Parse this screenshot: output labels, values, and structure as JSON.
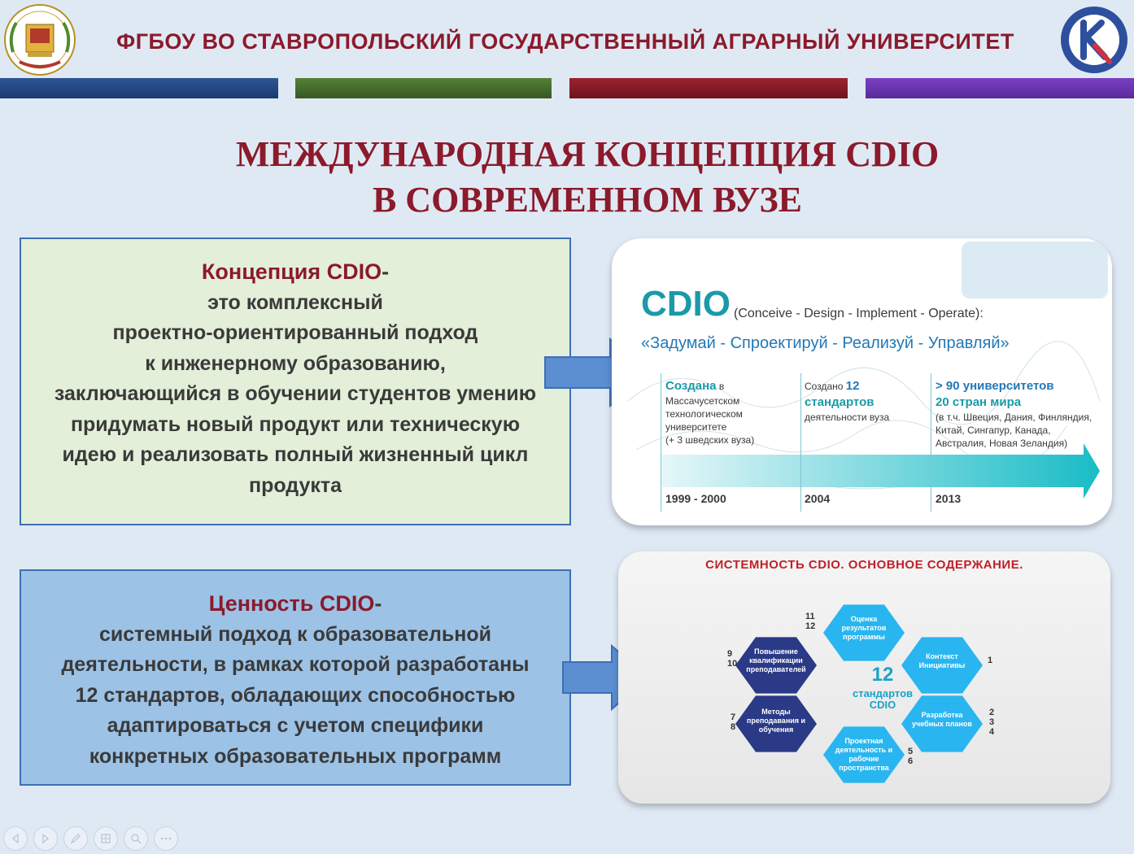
{
  "header": {
    "title": "ФГБОУ ВО СТАВРОПОЛЬСКИЙ ГОСУДАРСТВЕННЫЙ АГРАРНЫЙ УНИВЕРСИТЕТ",
    "stripe_colors": [
      "#2f5597",
      "#548235",
      "#9b2230",
      "#7b3fc6"
    ]
  },
  "slide": {
    "title_line1": "МЕЖДУНАРОДНАЯ КОНЦЕПЦИЯ CDIO",
    "title_line2": "В СОВРЕМЕННОМ ВУЗЕ"
  },
  "box1": {
    "heading": "Концепция CDIO",
    "dash": "-",
    "lines": [
      "это комплексный",
      "проектно-ориентированный подход",
      "к инженерному образованию,",
      "заключающийся в обучении студентов умению",
      "придумать новый продукт или техническую",
      "идею и реализовать полный жизненный цикл",
      "продукта"
    ]
  },
  "box2": {
    "heading": "Ценность CDIO",
    "dash": "-",
    "lines": [
      "системный подход к образовательной",
      "деятельности,  в рамках которой разработаны",
      "12 стандартов, обладающих способностью",
      "адаптироваться  с учетом специфики",
      "конкретных образовательных программ"
    ]
  },
  "card1": {
    "cdio": "CDIO",
    "subtitle": "(Conceive - Design - Implement - Operate):",
    "russian": "«Задумай - Спроектируй - Реализуй - Управляй»",
    "col1_lead": "Создана",
    "col1_lead_tail": " в",
    "col1_lines": [
      "Массачусетском",
      "технологическом",
      "университете",
      "(+ 3 шведских вуза)"
    ],
    "col2_pre": "Создано ",
    "col2_num": "12",
    "col2_lead": "стандартов",
    "col2_lines": [
      "деятельности вуза"
    ],
    "col3_lead1": "> 90 университетов",
    "col3_lead2": "20 стран мира",
    "col3_lines": [
      "(в т.ч. Швеция, Дания, Финляндия,",
      "Китай, Сингапур, Канада,",
      "Австралия, Новая Зеландия)"
    ],
    "year1": "1999 - 2000",
    "year2": "2004",
    "year3": "2013"
  },
  "card2": {
    "title": "СИСТЕМНОСТЬ CDIO. ОСНОВНОЕ СОДЕРЖАНИЕ.",
    "center_number": "12",
    "center_label_1": "стандартов",
    "center_label_2": "CDIO",
    "hex_top": "Оценка результатов программы",
    "hex_top_right": "Контекст Инициативы",
    "hex_bottom_right": "Разработка учебных планов",
    "hex_bottom": "Проектная деятельность и рабочие пространства",
    "hex_bottom_left": "Методы преподавания и обучения",
    "hex_top_left": "Повышение квалификации преподавателей",
    "num_top": "11\n12",
    "num_top_right": "1",
    "num_bottom_right": "2\n3\n4",
    "num_bottom": "5\n6",
    "num_bottom_left": "7\n8",
    "num_top_left": "9\n10",
    "colors": {
      "light": "#29b6f0",
      "dark": "#2a3a87"
    }
  },
  "nav": {
    "icons": [
      "prev-icon",
      "next-icon",
      "pen-icon",
      "slides-icon",
      "zoom-icon",
      "more-icon"
    ]
  }
}
